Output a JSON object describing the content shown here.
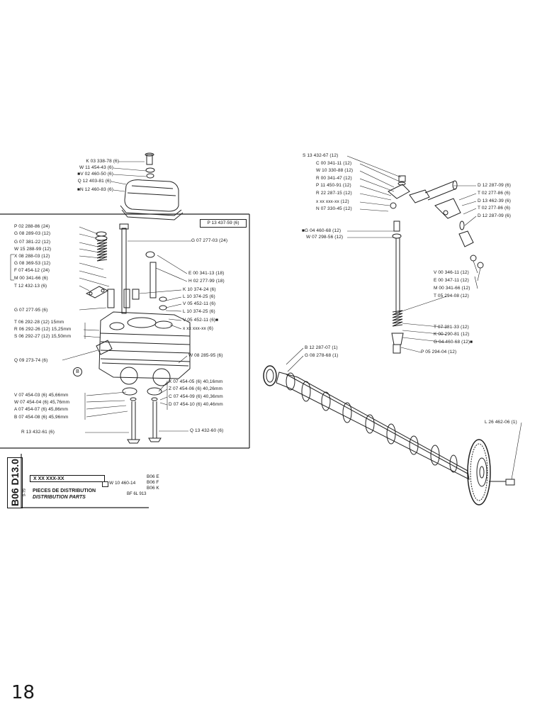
{
  "header_labels": [
    "K 03 338-78 (6)",
    "W 11 454-43 (6)",
    "■V 02 460-50 (6)",
    "Q 12 403-81 (6)",
    "■N 12 460-83 (6)"
  ],
  "head_left_labels": [
    "P 02 288-86 (24)",
    "G 08 289-03 (12)",
    "G 07 381-22 (12)",
    "W 15 288-99 (12)",
    "X 08 288-03 (12)",
    "G 08 369-53 (12)",
    "F 07 454-12 (24)",
    "M 00 341-66 (6)",
    "T 12 432-13 (6)",
    "G 07 277-95 (6)",
    "T 06 292-28 (12) 15mm",
    "R 06 292-26 (12) 15,25mm",
    "S 06 292-27 (12) 15,50mm",
    "Q 09 273-74 (6)",
    "V 07 454-03 (6) 45,66mm",
    "W 07 454-04 (6) 45,76mm",
    "A 07 454-07 (6) 45,86mm",
    "B 07 454-08 (6) 45,96mm",
    "R 13 432-61 (6)"
  ],
  "head_right_labels": [
    "P 13 437-59 (6)",
    "G 07 277-03 (24)",
    "E 00 341-13 (18)",
    "H 02 277-99 (18)",
    "K 10 374-24 (6)",
    "L 10 374-25 (6)",
    "V 05 452-11 (6)",
    "L 10 374-25 (6)",
    "V 05 452-11 (6)■",
    "x xx xxx-xx (6)",
    "W 08 285-95 (6)",
    "X 07 454-05 (6) 40,16mm",
    "Z 07 454-06 (6) 40,26mm",
    "C 07 454-09 (6) 40,36mm",
    "D 07 454-10 (6) 40,46mm",
    "Q 13 432-60 (6)"
  ],
  "rocker_left_labels": [
    "S 13 432-67 (12)",
    "C 00 341-11 (12)",
    "W 10 330-88 (12)",
    "R 00 341-47 (12)",
    "P 11 450-91 (12)",
    "R 22 287-15 (12)",
    "x xx xxx-xx (12)",
    "N 07 330-45 (12)",
    "■G 04 460-68 (12)",
    "W 07 298-56 (12)"
  ],
  "rocker_right_labels": [
    "D 12 287-09 (6)",
    "T 02 277-86 (6)",
    "D 13 462-39 (6)",
    "T 02 277-86 (6)",
    "D 12 287-09 (6)",
    "V 00 346-11 (12)",
    "E 00 347-11 (12)",
    "M 00 341-66 (12)",
    "T 05 294-08 (12)",
    "T 07 381-33 (12)",
    "K 00 290-81 (12)",
    "G 04 460-68 (12)■",
    "P 05 294-04 (12)"
  ],
  "cam_labels": [
    "B 12 287-07 (1)",
    "G 08 278-68 (1)",
    "L 26 462-06 (1)"
  ],
  "markers": {
    "b": "B"
  },
  "footer": {
    "side_code": "B06 D13.0",
    "date_code": "9-79",
    "part_no": "X XX XXX-XX",
    "alt_part": "W 10 460-14",
    "variants": [
      "B06 E",
      "B06 F",
      "B06 K"
    ],
    "title_fr": "PIECES DE DISTRIBUTION",
    "title_en": "DISTRIBUTION PARTS",
    "ref": "BF 6L 913"
  },
  "page_number": "18"
}
